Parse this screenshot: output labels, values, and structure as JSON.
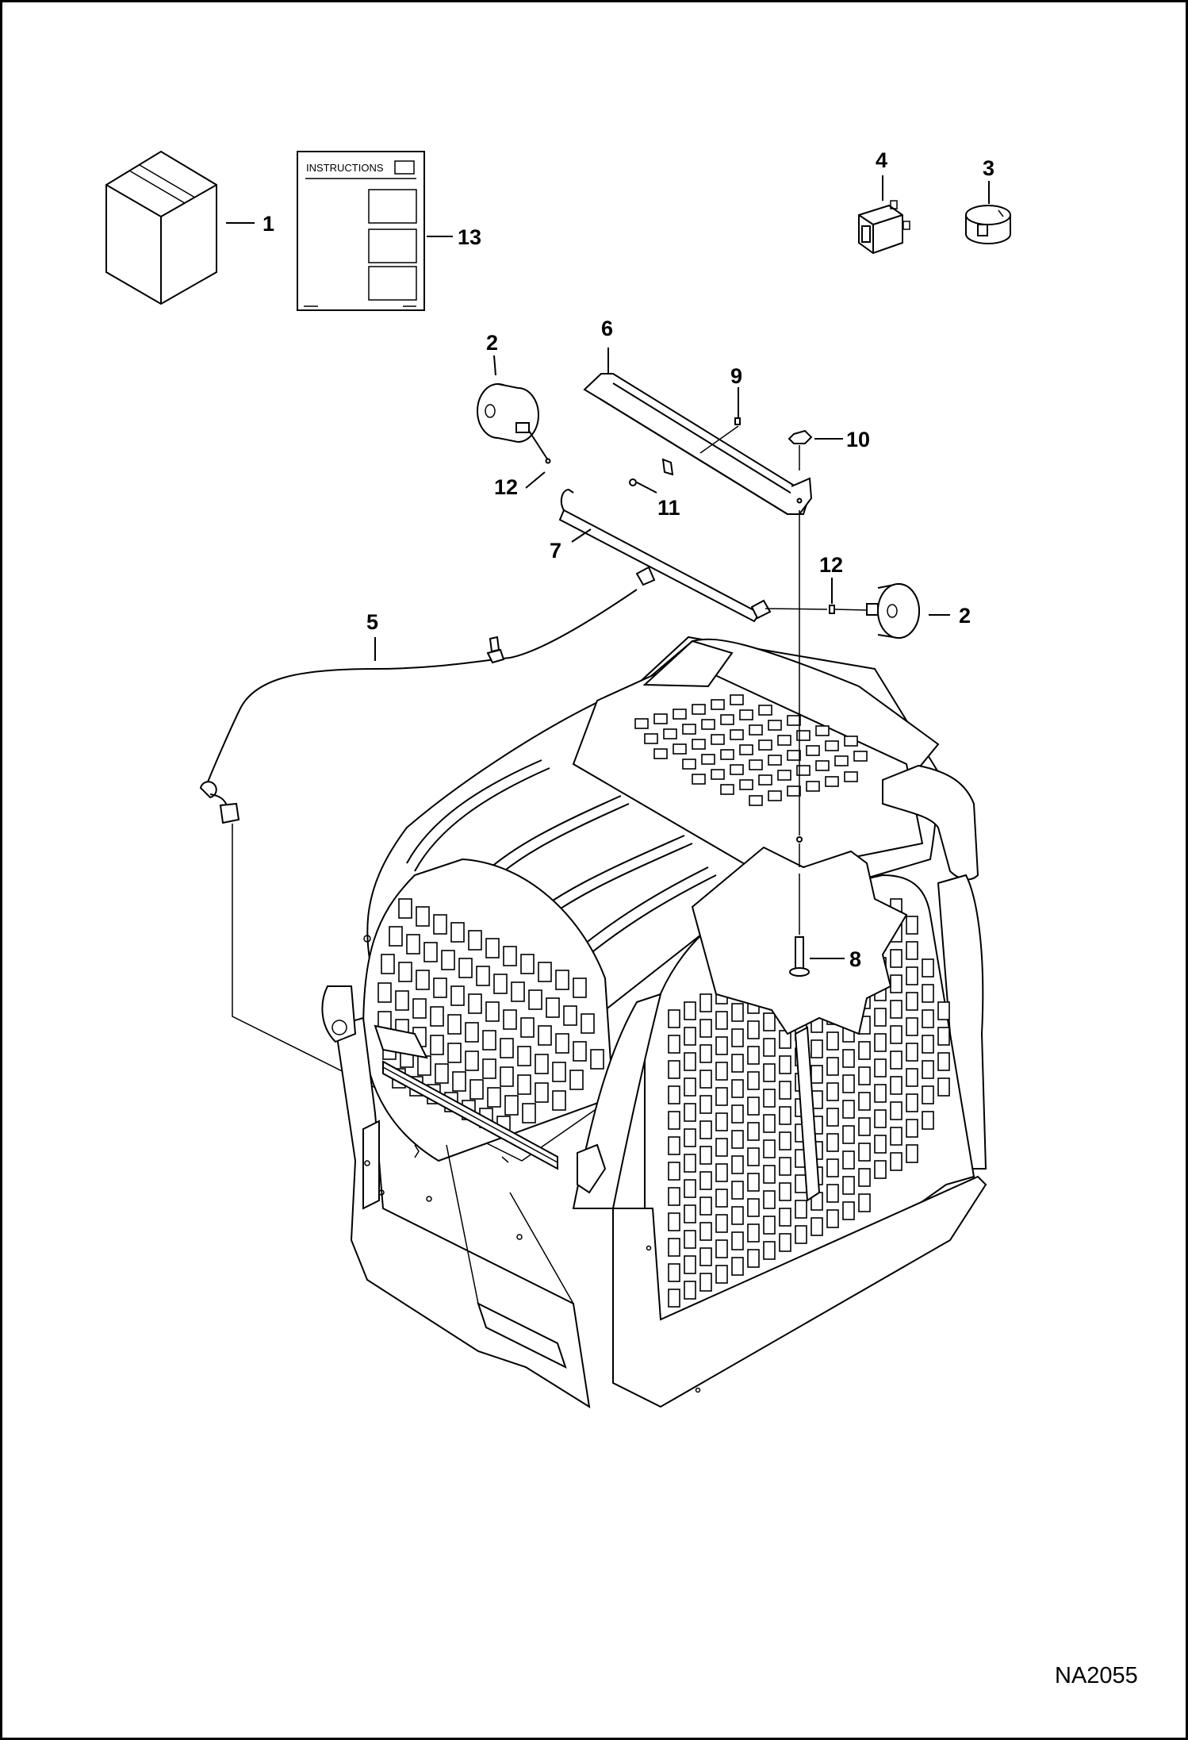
{
  "diagram": {
    "reference_code": "NA2055",
    "instructions_label": "INSTRUCTIONS",
    "callouts": [
      {
        "id": "c1",
        "label": "1"
      },
      {
        "id": "c13",
        "label": "13"
      },
      {
        "id": "c4",
        "label": "4"
      },
      {
        "id": "c3",
        "label": "3"
      },
      {
        "id": "c2a",
        "label": "2"
      },
      {
        "id": "c6",
        "label": "6"
      },
      {
        "id": "c9",
        "label": "9"
      },
      {
        "id": "c10",
        "label": "10"
      },
      {
        "id": "c12a",
        "label": "12"
      },
      {
        "id": "c11",
        "label": "11"
      },
      {
        "id": "c7",
        "label": "7"
      },
      {
        "id": "c12b",
        "label": "12"
      },
      {
        "id": "c2b",
        "label": "2"
      },
      {
        "id": "c5",
        "label": "5"
      },
      {
        "id": "c8",
        "label": "8"
      }
    ]
  }
}
